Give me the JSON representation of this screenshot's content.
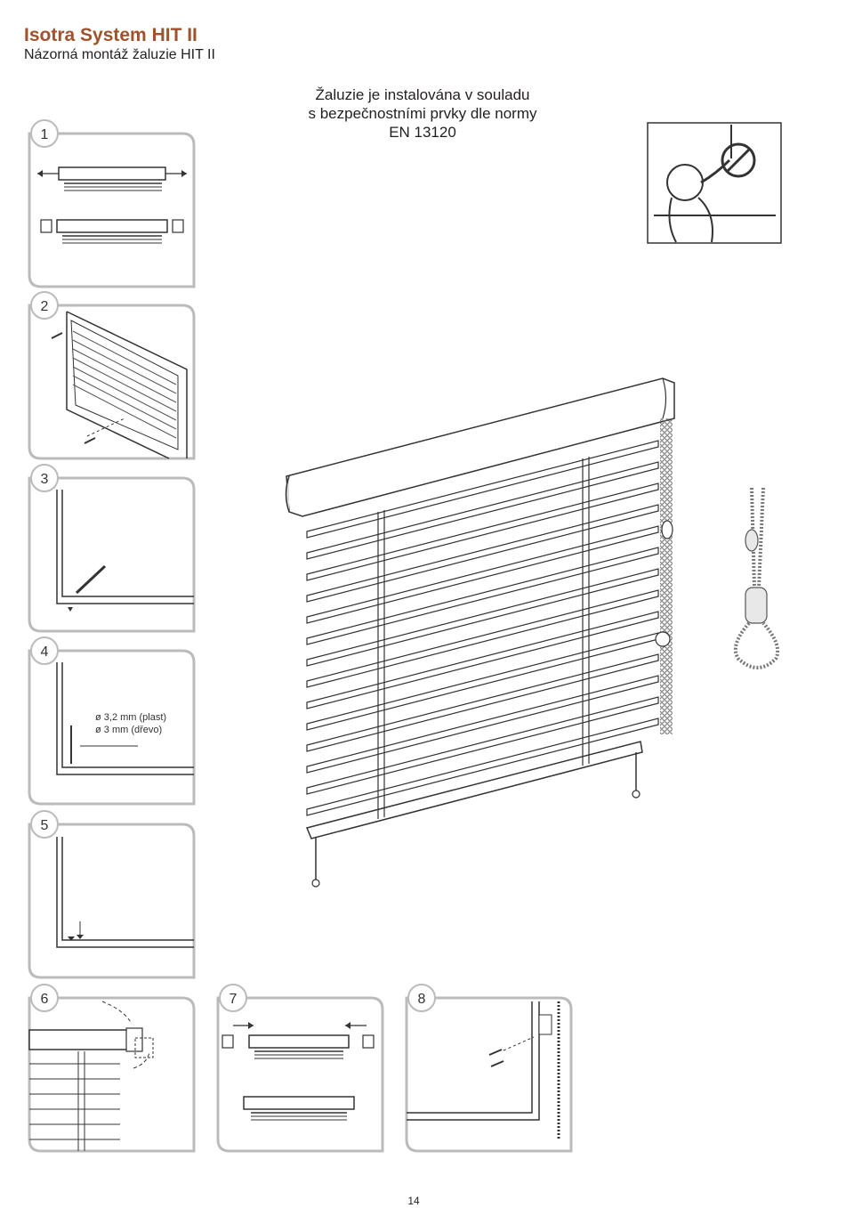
{
  "header": {
    "title": "Isotra System HIT II",
    "subtitle": "Názorná montáž žaluzie HIT II"
  },
  "safety_notice": {
    "line1": "Žaluzie je instalována v souladu",
    "line2": "s bezpečnostními prvky dle normy",
    "line3": "EN 13120"
  },
  "steps": {
    "s1": "1",
    "s2": "2",
    "s3": "3",
    "s4": "4",
    "s5": "5",
    "s6": "6",
    "s7": "7",
    "s8": "8"
  },
  "step4_callout": {
    "line1": "ø 3,2 mm (plast)",
    "line2": "ø 3 mm (dřevo)"
  },
  "page": {
    "number": "14"
  }
}
